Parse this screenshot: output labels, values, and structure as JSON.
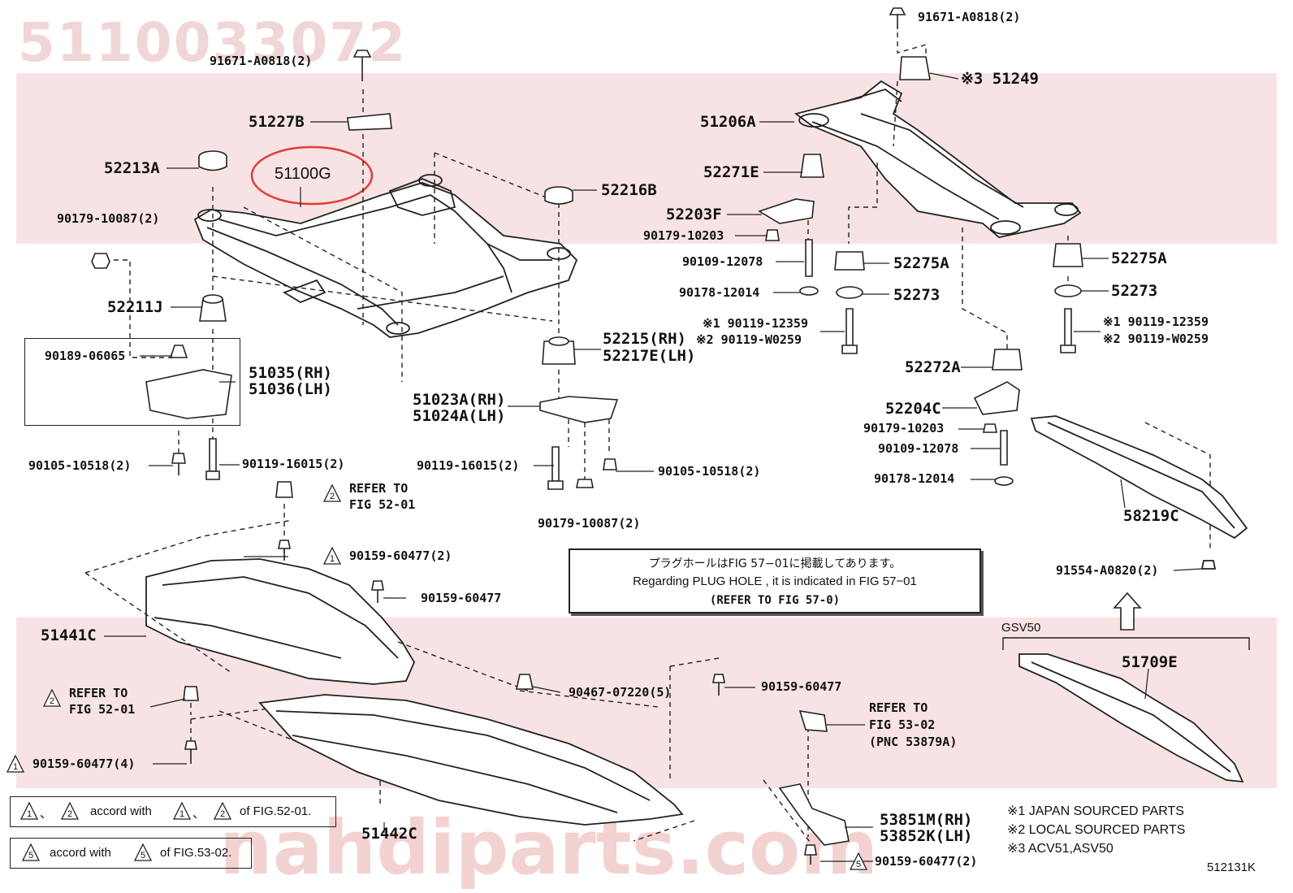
{
  "watermark": {
    "part_number": "5110033072",
    "site": "nahdiparts.com"
  },
  "labels": {
    "l01": "91671-A0818(2)",
    "l02": "51227B",
    "l03": "52213A",
    "l04": "51100G",
    "l05": "90179-10087(2)",
    "l06": "52211J",
    "l07": "90189-06065",
    "l08": "51035(RH)",
    "l09": "51036(LH)",
    "l10": "90105-10518(2)",
    "l11": "90119-16015(2)",
    "l12": "52216B",
    "l13": "52215(RH)",
    "l14": "52217E(LH)",
    "l15": "51023A(RH)",
    "l16": "51024A(LH)",
    "l17": "90119-16015(2)",
    "l18": "90105-10518(2)",
    "l19": "90179-10087(2)",
    "l20": "91671-A0818(2)",
    "l21": "※3 51249",
    "l22": "51206A",
    "l23": "52271E",
    "l24": "52203F",
    "l25": "90179-10203",
    "l26": "90109-12078",
    "l27": "90178-12014",
    "l28": "※1 90119-12359",
    "l29": "※2 90119-W0259",
    "l30": "52275A",
    "l31": "52273",
    "l32": "52275A",
    "l33": "52273",
    "l34": "※1 90119-12359",
    "l35": "※2 90119-W0259",
    "l36": "52272A",
    "l37": "52204C",
    "l38": "90179-10203",
    "l39": "90109-12078",
    "l40": "90178-12014",
    "l41": "58219C",
    "l42": "91554-A0820(2)",
    "l43": "REFER TO",
    "l44": "FIG 52-01",
    "l45": "90159-60477(2)",
    "l46": "90159-60477",
    "l47": "51441C",
    "l48": "REFER TO",
    "l49": "FIG 52-01",
    "l50": "90467-07220(5)",
    "l51": "90159-60477",
    "l52": "REFER TO",
    "l53": "FIG 53-02",
    "l54": "(PNC 53879A)",
    "l55": "90159-60477(4)",
    "l56": "51442C",
    "l57": "53851M(RH)",
    "l58": "53852K(LH)",
    "l59": "90159-60477(2)",
    "l60": "GSV50",
    "l61": "51709E",
    "l62": "512131K"
  },
  "note": {
    "line1": "プラグホールはFIG 57−01に掲載してあります。",
    "line2": "Regarding  PLUG  HOLE , it is indicated in FIG  57−01",
    "line3": "(REFER TO FIG 57-0)"
  },
  "legend": {
    "row1_mid": "、",
    "row1_text": "accord with",
    "row1_tail": "of FIG.52-01.",
    "row2_text": "accord with",
    "row2_tail": "of FIG.53-02."
  },
  "footnotes": {
    "n1": "※1 JAPAN SOURCED PARTS",
    "n2": "※2 LOCAL SOURCED PARTS",
    "n3": "※3 ACV51,ASV50"
  },
  "triangles": {
    "t1": "1",
    "t2": "2",
    "t5": "5"
  },
  "colors": {
    "watermark_band": "#f6e0e0",
    "highlight_circle": "#e23a3a",
    "ink": "#111111"
  }
}
